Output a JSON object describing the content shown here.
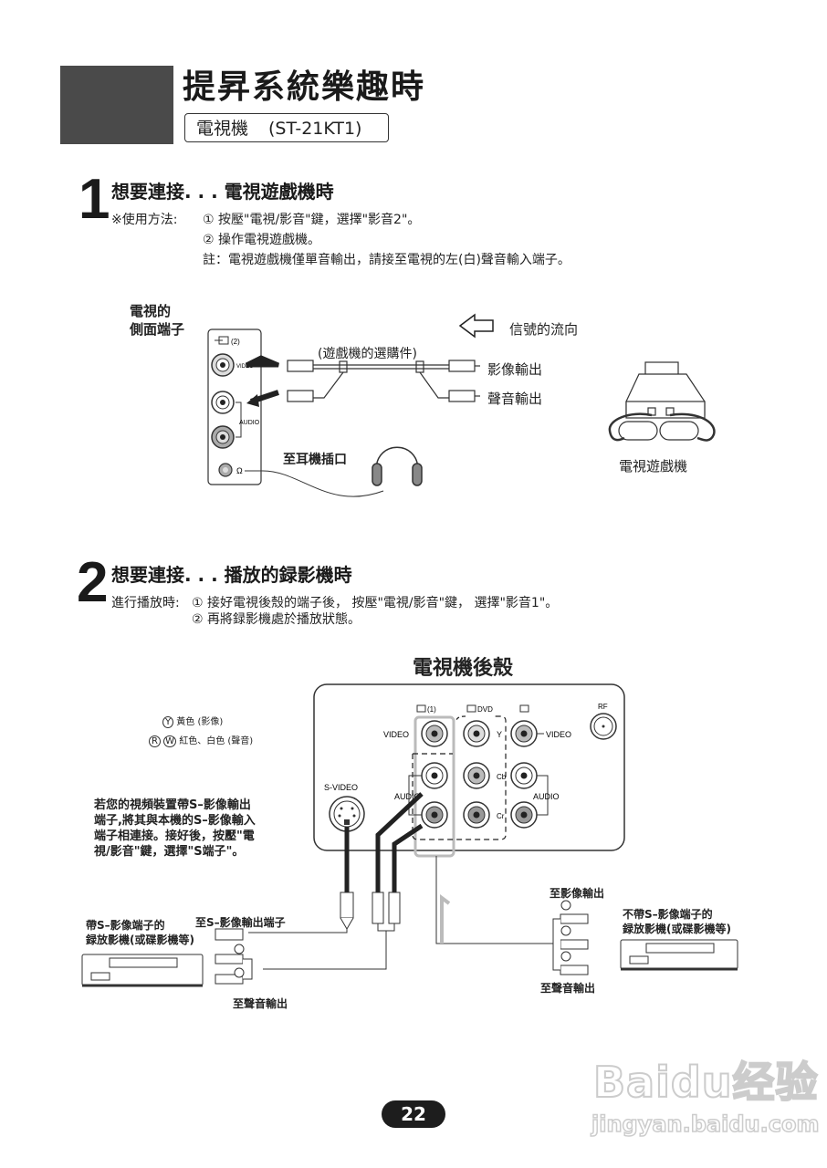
{
  "header": {
    "title": "提昇系統樂趣時",
    "product": "電視機",
    "model": "(ST-21KT1)"
  },
  "section1": {
    "number": "1",
    "title": "想要連接. . . 電視遊戲機時",
    "usage_label": "※使用方法:",
    "steps": [
      "① 按壓\"電視/影音\"鍵，選擇\"影音2\"。",
      "② 操作電視遊戲機。"
    ],
    "note": "註：電視遊戲機僅單音輸出，請接至電視的左(白)聲音輸入端子。",
    "diagram": {
      "side_terminal_label": [
        "電視的",
        "側面端子"
      ],
      "input_label": "(2)",
      "video_label": "VIDEO",
      "audio_label": "AUDIO",
      "signal_flow_label": "信號的流向",
      "cable_label": "(遊戲機的選購件)",
      "video_out_label": "影像輸出",
      "audio_out_label": "聲音輸出",
      "headphone_label": "至耳機插口",
      "console_label": "電視遊戲機"
    }
  },
  "section2": {
    "number": "2",
    "title": "想要連接. . . 播放的録影機時",
    "play_label": "進行播放時:",
    "steps": [
      "① 接好電視後殼的端子後， 按壓\"電視/影音\"鍵， 選擇\"影音1\"。",
      "② 再將録影機處於播放狀態。"
    ],
    "diagram": {
      "rear_title": "電視機後殼",
      "legend_yellow": "黃色 (影像)",
      "legend_rw": "紅色、白色 (聲音)",
      "legend_y_symbol": "Y",
      "legend_r_symbol": "R",
      "legend_w_symbol": "W",
      "svideo_note": [
        "若您的視頻裝置帶S–影像輸出",
        "端子,將其與本機的S–影像輸入",
        "端子相連接。接好後，按壓\"電",
        "視/影音\"鍵，選擇\"S端子\"。"
      ],
      "input1_label": "(1)",
      "dvd_label": "DVD",
      "rf_label": "RF",
      "video_label": "VIDEO",
      "audio_label": "AUDIO",
      "svideo_label": "S-VIDEO",
      "y_label": "Y",
      "cb_label": "Cb",
      "cr_label": "Cr",
      "vcr_with_s_label": [
        "帶S–影像端子的",
        "録放影機(或碟影機等)"
      ],
      "to_svideo_out": "至S–影像輸出端子",
      "to_audio_out_left": "至聲音輸出",
      "to_video_out": "至影像輸出",
      "to_audio_out_right": "至聲音輸出",
      "vcr_without_s_label": [
        "不帶S–影像端子的",
        "録放影機(或碟影機等)"
      ]
    }
  },
  "footer": {
    "page_number": "22",
    "watermark_brand": "Baidu经验",
    "watermark_url": "jingyan.baidu.com"
  }
}
